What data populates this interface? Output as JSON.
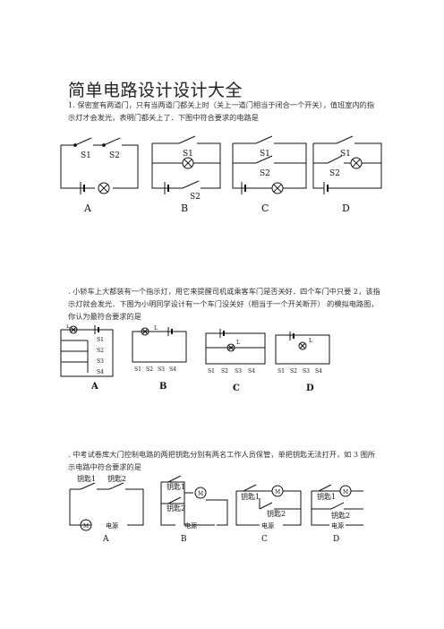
{
  "title": "简单电路设计设计大全",
  "q1": {
    "text": "1. 保密室有两道门，只有当两道门都关上时（关上一道门相当于闭合一个开关），值班室内的指示灯才会发光，表明门都关上了．下图中符合要求的电路是",
    "options": [
      "A",
      "B",
      "C",
      "D"
    ],
    "switch_labels": [
      "S1",
      "S2"
    ]
  },
  "q2": {
    "text": ". 小轿车上大都装有一个指示灯，用它来提醒司机或乘客车门是否关好．四个车门中只要 2，该指示灯就会发光．下图为小明同学设计有一个车门没关好（相当于一个开关断开） 的模拟电路图，你认为最符合要求的是",
    "options": [
      "A",
      "B",
      "C",
      "D"
    ],
    "switch_labels": [
      "S1",
      "S2",
      "S3",
      "S4"
    ],
    "lamp_label": "L"
  },
  "q3": {
    "text": ". 中考试卷库大门控制电路的两把钥匙分别有两名工作人员保管，单把钥匙无法打开，如 3 图所示电路中符合要求的是",
    "options": [
      "A",
      "B",
      "C",
      "D"
    ],
    "key_labels": [
      "钥匙1",
      "钥匙2"
    ],
    "power_label": "电源",
    "motor_label": "M"
  }
}
